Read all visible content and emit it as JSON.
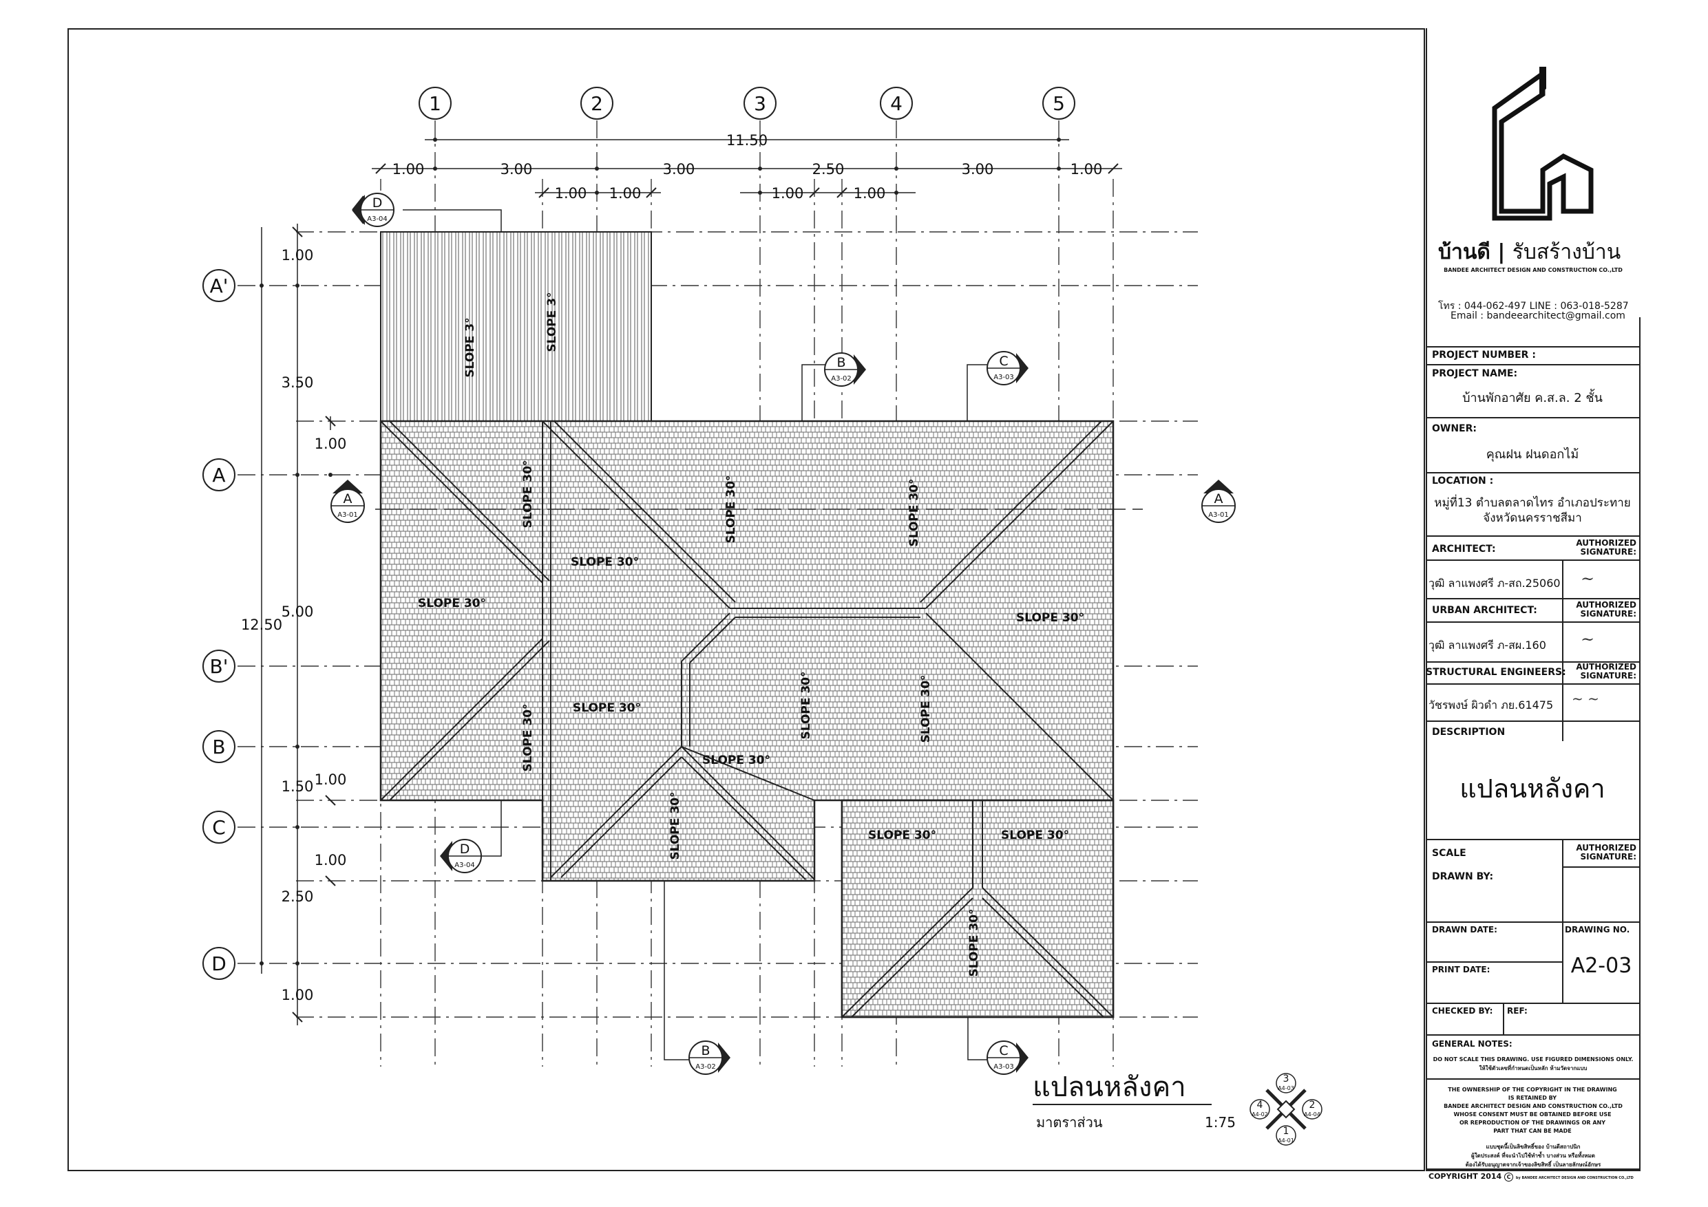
{
  "grid": {
    "columns": [
      "1",
      "2",
      "3",
      "4",
      "5"
    ],
    "rows": [
      "A'",
      "A",
      "B'",
      "B",
      "C",
      "D"
    ]
  },
  "dimensions": {
    "overall_x": "11.50",
    "x_segments": [
      "1.00",
      "3.00",
      "3.00",
      "2.50",
      "3.00",
      "1.00"
    ],
    "x_sub": [
      "1.00",
      "1.00",
      "1.00",
      "1.00"
    ],
    "overall_y": "12.50",
    "y_segments": [
      "1.00",
      "3.50",
      "1.00",
      "5.00",
      "1.50",
      "1.00",
      "1.00",
      "2.50",
      "1.00"
    ]
  },
  "slopes": {
    "flat": "SLOPE 3°",
    "pitched": "SLOPE 30°"
  },
  "section_markers": [
    {
      "letter": "D",
      "ref": "A3-04"
    },
    {
      "letter": "B",
      "ref": "A3-02"
    },
    {
      "letter": "C",
      "ref": "A3-03"
    },
    {
      "letter": "A",
      "ref": "A3-01"
    }
  ],
  "plan_title": "แปลนหลังคา",
  "scale_label": "มาตราส่วน",
  "scale_value": "1:75",
  "north": {
    "n1": "3",
    "n1ref": "A4-03",
    "n2": "2",
    "n2ref": "A4-04",
    "n3": "4",
    "n3ref": "A4-02",
    "n4": "1",
    "n4ref": "A4-01"
  },
  "titleblock": {
    "brand": "บ้านดี",
    "brand_tag": "รับสร้างบ้าน",
    "company": "BANDEE ARCHITECT DESIGN AND CONSTRUCTION CO.,LTD",
    "phone": "โทร : 044-062-497  LINE : 063-018-5287",
    "email": "Email : bandeearchitect@gmail.com",
    "project_number_label": "PROJECT NUMBER :",
    "project_name_label": "PROJECT NAME:",
    "project_name": "บ้านพักอาศัย ค.ส.ล. 2 ชั้น",
    "owner_label": "OWNER:",
    "owner": "คุณฝน  ฝนดอกไม้",
    "location_label": "LOCATION :",
    "location_1": "หมู่ที่13 ตำบลตลาดไทร  อำเภอประทาย",
    "location_2": "จังหวัดนครราชสีมา",
    "architect_label": "ARCHITECT:",
    "architect": "วุฒิ  ลาแพงศรี  ภ-สถ.25060",
    "urban_label": "URBAN  ARCHITECT:",
    "urban": "วุฒิ  ลาแพงศรี  ภ-สผ.160",
    "struct_label": "STRUCTURAL ENGINEERS:",
    "struct": "วัชรพงษ์  ผิวดำ  ภย.61475",
    "auth_sig": "AUTHORIZED SIGNATURE:",
    "description_label": "DESCRIPTION",
    "description": "แปลนหลังคา",
    "scale_label": "SCALE",
    "drawn_by_label": "DRAWN BY:",
    "drawn_date_label": "DRAWN DATE:",
    "drawing_no_label": "DRAWING NO.",
    "drawing_no": "A2-03",
    "print_date_label": "PRINT DATE:",
    "checked_by_label": "CHECKED BY:",
    "ref_label": "REF:",
    "general_notes_label": "GENERAL NOTES:",
    "note_1": "DO NOT SCALE THIS DRAWING. USE FIGURED DIMENSIONS ONLY.",
    "note_2": "ให้ใช้ตัวเลขที่กำหนดเป็นหลัก ห้ามวัดจากแบบ",
    "copyright_1": "THE OWNERSHIP OF THE COPYRIGHT IN THE DRAWING IS RETAINED BY",
    "copyright_2": "BANDEE ARCHITECT DESIGN AND CONSTRUCTION CO.,LTD",
    "copyright_3": "WHOSE CONSENT MUST BE OBTAINED BEFORE USE OR REPRODUCTION OF THE DRAWINGS OR ANY PART THAT CAN BE MADE",
    "copyright_th_1": "แบบชุดนี้เป็นลิขสิทธิ์ของ บ้านดีสถาปนิก",
    "copyright_th_2": "ผู้ใดประสงค์ ที่จะนำไปใช้ทำซ้ำ บางส่วน หรือทั้งหมด",
    "copyright_th_3": "ต้องได้รับอนุญาตจากเจ้าของลิขสิทธิ์ เป็นลายลักษณ์อักษร",
    "copyright_year": "COPYRIGHT 2014",
    "copyright_by": "by BANDEE ARCHITECT DESIGN AND CONSTRUCTION CO.,LTD"
  }
}
